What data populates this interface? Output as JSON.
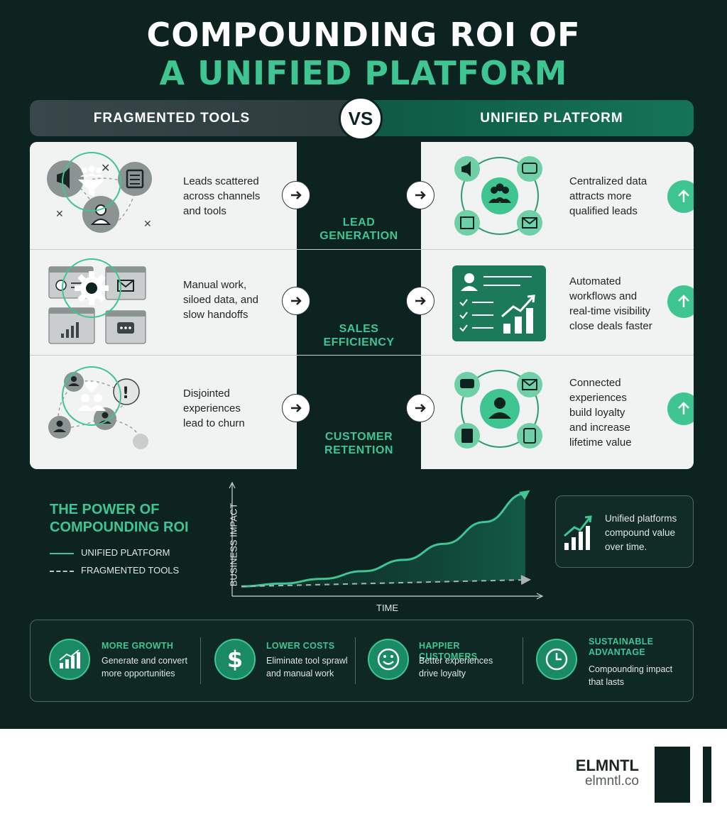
{
  "title": {
    "line1": "COMPOUNDING ROI OF",
    "line2": "A UNIFIED PLATFORM"
  },
  "comparison": {
    "left_label": "FRAGMENTED TOOLS",
    "vs_label": "VS",
    "right_label": "UNIFIED PLATFORM"
  },
  "rows": [
    {
      "fragmented_text": [
        "Leads scattered",
        "across channels",
        "and tools"
      ],
      "stage_label": [
        "LEAD",
        "GENERATION"
      ],
      "unified_text": [
        "Centralized data",
        "attracts more",
        "qualified leads"
      ]
    },
    {
      "fragmented_text": [
        "Manual work,",
        "siloed data, and",
        "slow handoffs"
      ],
      "stage_label": [
        "SALES",
        "EFFICIENCY"
      ],
      "unified_text": [
        "Automated",
        "workflows and",
        "real-time visibility",
        "close deals faster"
      ]
    },
    {
      "fragmented_text": [
        "Disjointed",
        "experiences",
        "lead to churn"
      ],
      "stage_label": [
        "CUSTOMER",
        "RETENTION"
      ],
      "unified_text": [
        "Connected",
        "experiences",
        "build loyalty",
        "and increase",
        "lifetime value"
      ]
    }
  ],
  "power": {
    "title_line1": "THE POWER OF",
    "title_line2": "COMPOUNDING ROI",
    "legend_unified": "UNIFIED PLATFORM",
    "legend_fragmented": "FRAGMENTED TOOLS",
    "y_axis_label": "BUSINESS IMPACT",
    "x_axis_label": "TIME",
    "note": [
      "Unified platforms",
      "compound value",
      "over time."
    ]
  },
  "chart_data": {
    "type": "line",
    "xlabel": "TIME",
    "ylabel": "BUSINESS IMPACT",
    "series": [
      {
        "name": "UNIFIED PLATFORM",
        "values": [
          0.02,
          0.05,
          0.1,
          0.18,
          0.3,
          0.47,
          0.7,
          1.0
        ]
      },
      {
        "name": "FRAGMENTED TOOLS",
        "values": [
          0.02,
          0.03,
          0.04,
          0.05,
          0.06,
          0.07,
          0.08,
          0.09
        ]
      }
    ],
    "ylim": [
      0,
      1.1
    ]
  },
  "benefits": [
    {
      "title": [
        "MORE GROWTH"
      ],
      "desc": [
        "Generate and convert",
        "more opportunities"
      ],
      "icon": "growth-chart-icon"
    },
    {
      "title": [
        "LOWER COSTS"
      ],
      "desc": [
        "Eliminate tool sprawl",
        "and manual work"
      ],
      "icon": "dollar-icon"
    },
    {
      "title": [
        "HAPPIER CUSTOMERS"
      ],
      "desc": [
        "Better experiences",
        "drive loyalty"
      ],
      "icon": "smile-icon"
    },
    {
      "title": [
        "SUSTAINABLE",
        "ADVANTAGE"
      ],
      "desc": [
        "Compounding impact",
        "that lasts"
      ],
      "icon": "clock-icon"
    }
  ],
  "brand": {
    "name": "ELMNTL",
    "url": "elmntl.co"
  },
  "colors": {
    "dark_bg": "#0d2320",
    "accent_green": "#3fc592",
    "panel_bg": "#f1f2f2"
  }
}
